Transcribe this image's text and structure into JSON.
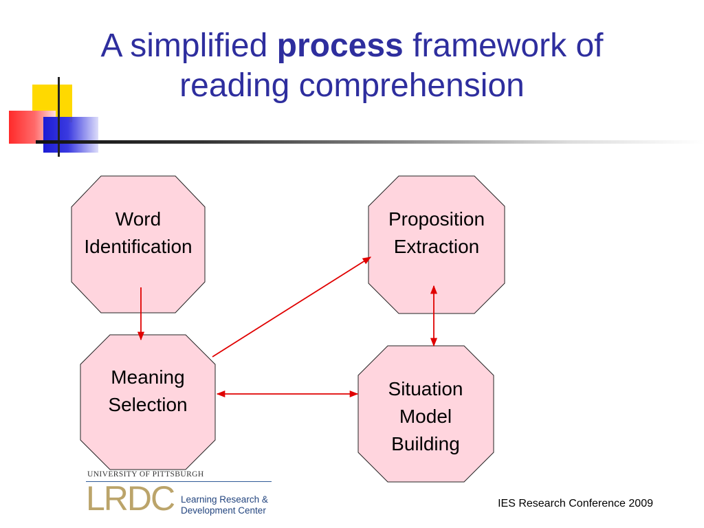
{
  "slide": {
    "title_part1": "A simplified ",
    "title_bold": "process",
    "title_part2": " framework of",
    "title_line2": "reading comprehension"
  },
  "diagram": {
    "node_fill": "#ffd5de",
    "edge_color": "#e00000",
    "nodes": {
      "word_identification": {
        "line1": "Word",
        "line2": "Identification"
      },
      "proposition_extraction": {
        "line1": "Proposition",
        "line2": "Extraction"
      },
      "meaning_selection": {
        "line1": "Meaning",
        "line2": "Selection"
      },
      "situation_model_building": {
        "line1": "Situation",
        "line2": "Model",
        "line3": "Building"
      }
    }
  },
  "logo": {
    "university": "UNIVERSITY OF PITTSBURGH",
    "abbr": "LRDC",
    "name_line1": "Learning Research &",
    "name_line2": "Development Center"
  },
  "footer": {
    "conference": "IES Research Conference 2009"
  }
}
